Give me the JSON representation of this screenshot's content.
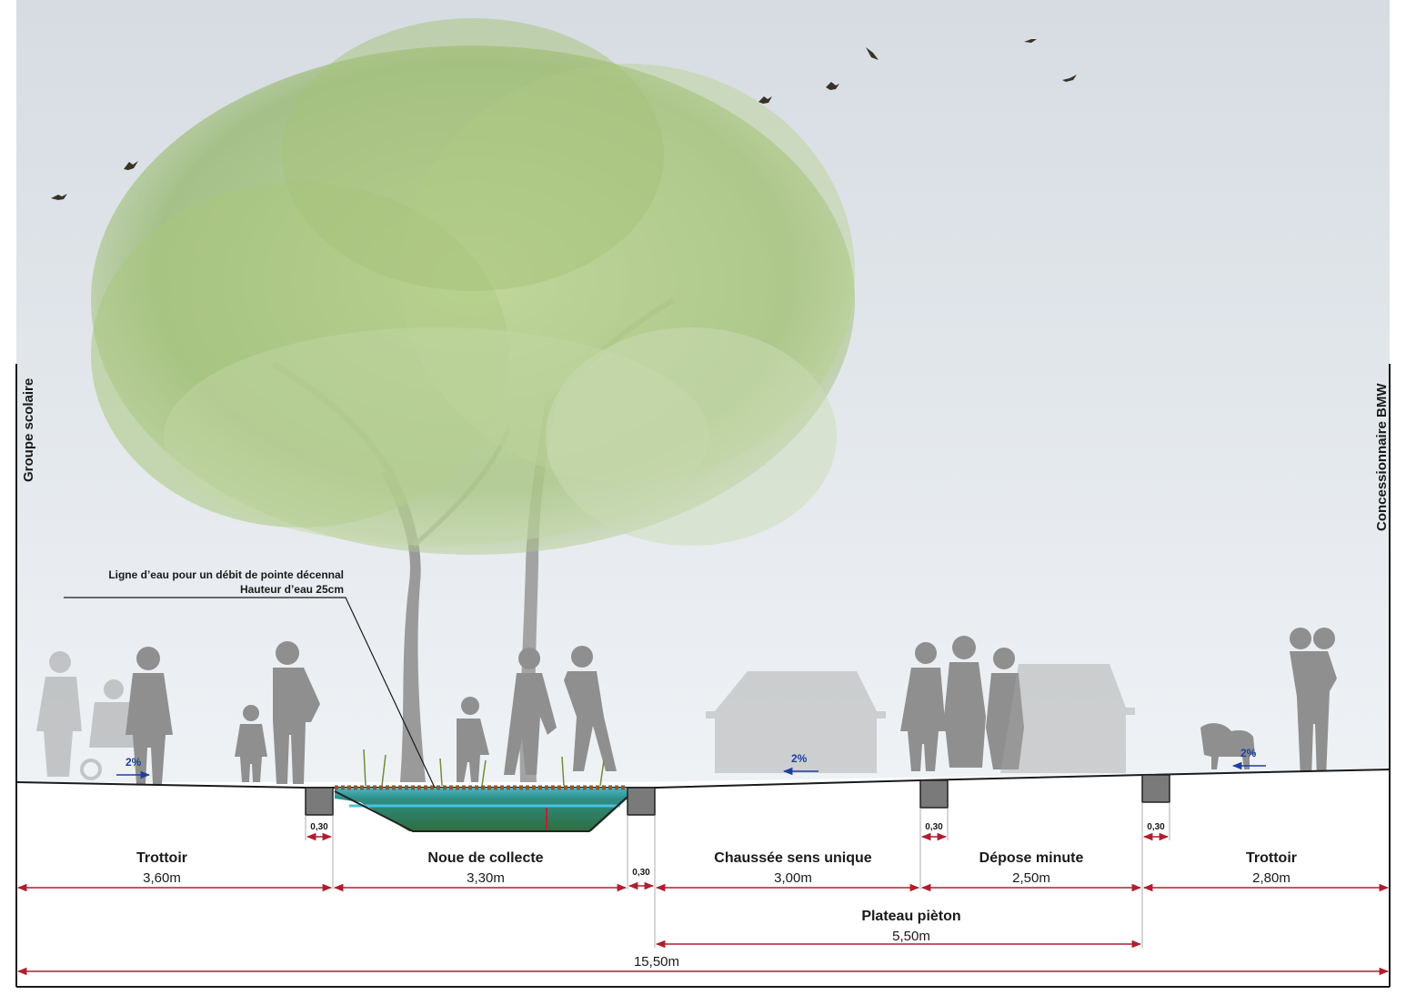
{
  "side_labels": {
    "left": "Groupe scolaire",
    "right": "Concessionnaire BMW"
  },
  "annotation": {
    "line1": "Ligne d’eau pour un débit de pointe décennal",
    "line2": "Hauteur d’eau 25cm"
  },
  "slopes": [
    "2%",
    "2%",
    "2%"
  ],
  "curbs": [
    "0,30",
    "0,30",
    "0,30",
    "0,30"
  ],
  "sections": [
    {
      "name": "Trottoir",
      "width": "3,60m"
    },
    {
      "name": "Noue de collecte",
      "width": "3,30m"
    },
    {
      "name": "Chaussée sens unique",
      "width": "3,00m"
    },
    {
      "name": "Dépose minute",
      "width": "2,50m"
    },
    {
      "name": "Trottoir",
      "width": "2,80m"
    }
  ],
  "plateau": {
    "name": "Plateau pièton",
    "width": "5,50m"
  },
  "total": "15,50m",
  "colors": {
    "sky_top": "#d7dde3",
    "sky_bottom": "#eef1f4",
    "dimension": "#b01e2e",
    "slope_arrow": "#1f3f9e",
    "water": "#3fb1c9",
    "silhouette": "#8f8f8f",
    "curb": "#7a7a7a",
    "foliage": "#9ebc72"
  },
  "icons": [
    "tree-illustration",
    "person-silhouette",
    "car-silhouette",
    "dog-silhouette",
    "bird-icon",
    "curb-block"
  ]
}
